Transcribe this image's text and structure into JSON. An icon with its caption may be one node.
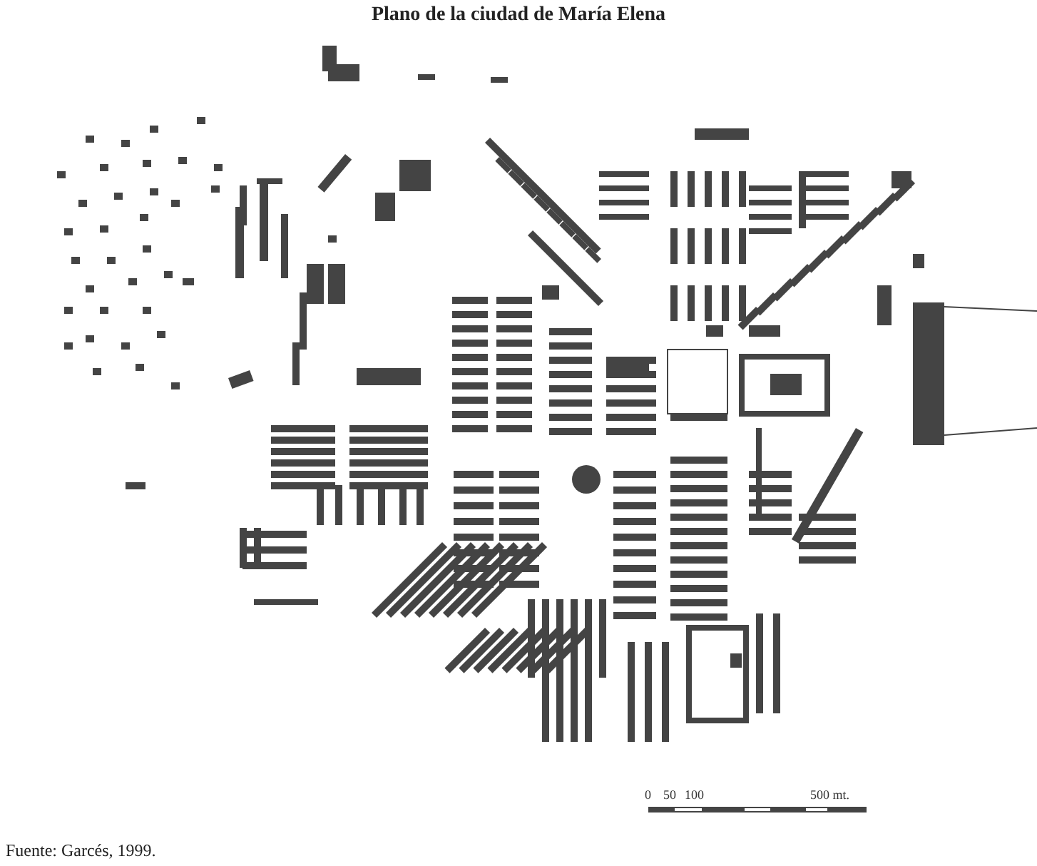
{
  "diagram": {
    "title": "Plano de la ciudad de María Elena",
    "caption": "Fuente: Garcés, 1999.",
    "labels": [
      "0",
      "50",
      "100",
      "500 mt."
    ]
  }
}
